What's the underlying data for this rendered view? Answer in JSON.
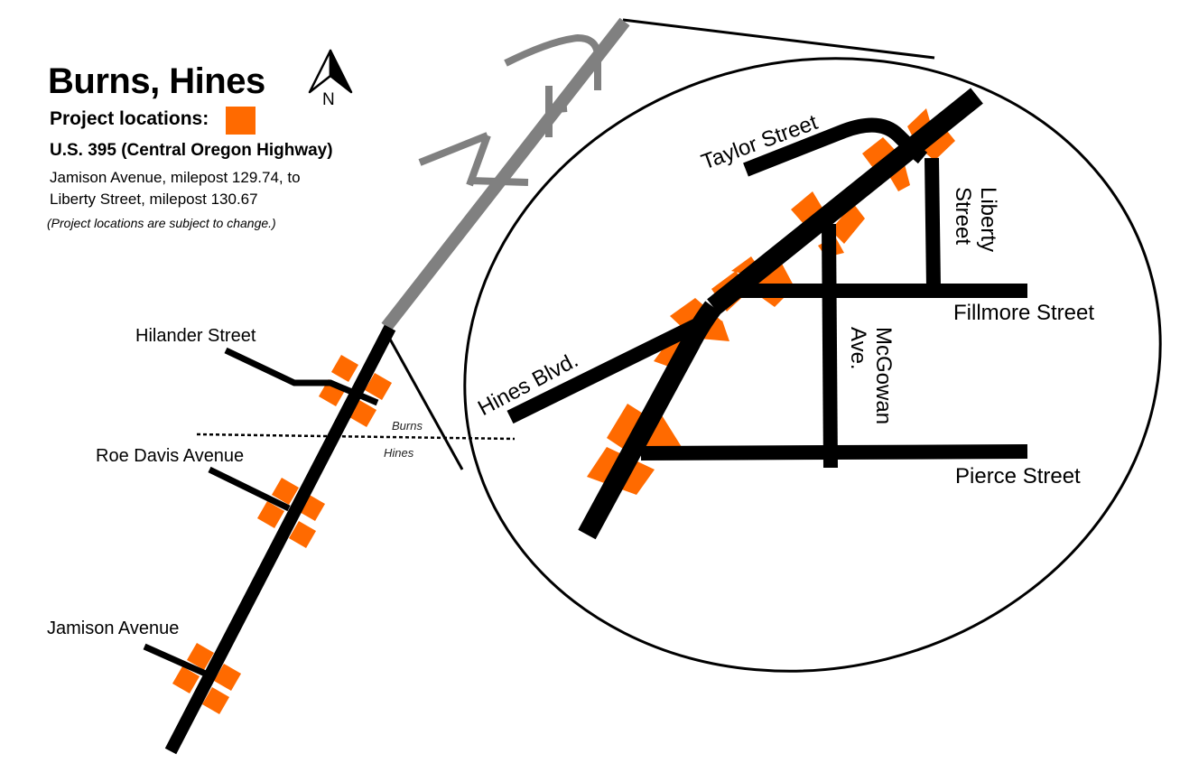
{
  "header": {
    "title": "Burns, Hines",
    "legend_label": "Project locations:",
    "highway": "U.S. 395 (Central Oregon Highway)",
    "desc_line1": "Jamison Avenue, milepost 129.74, to",
    "desc_line2": "Liberty Street, milepost 130.67",
    "note": "(Project locations are subject to change.)"
  },
  "compass": {
    "label": "N",
    "icon": "north-arrow-icon"
  },
  "main_map": {
    "streets": {
      "hilander": "Hilander Street",
      "roe_davis": "Roe Davis Avenue",
      "jamison": "Jamison Avenue"
    },
    "boundary": {
      "north": "Burns",
      "south": "Hines"
    }
  },
  "inset_map": {
    "streets": {
      "taylor": "Taylor Street",
      "liberty": "Liberty Street",
      "fillmore": "Fillmore Street",
      "mcgowan": "McGowan Ave.",
      "hines_blvd": "Hines Blvd.",
      "pierce": "Pierce Street"
    }
  },
  "colors": {
    "project": "#ff6a00",
    "road": "#000000",
    "extension": "#808080",
    "background": "#ffffff"
  }
}
